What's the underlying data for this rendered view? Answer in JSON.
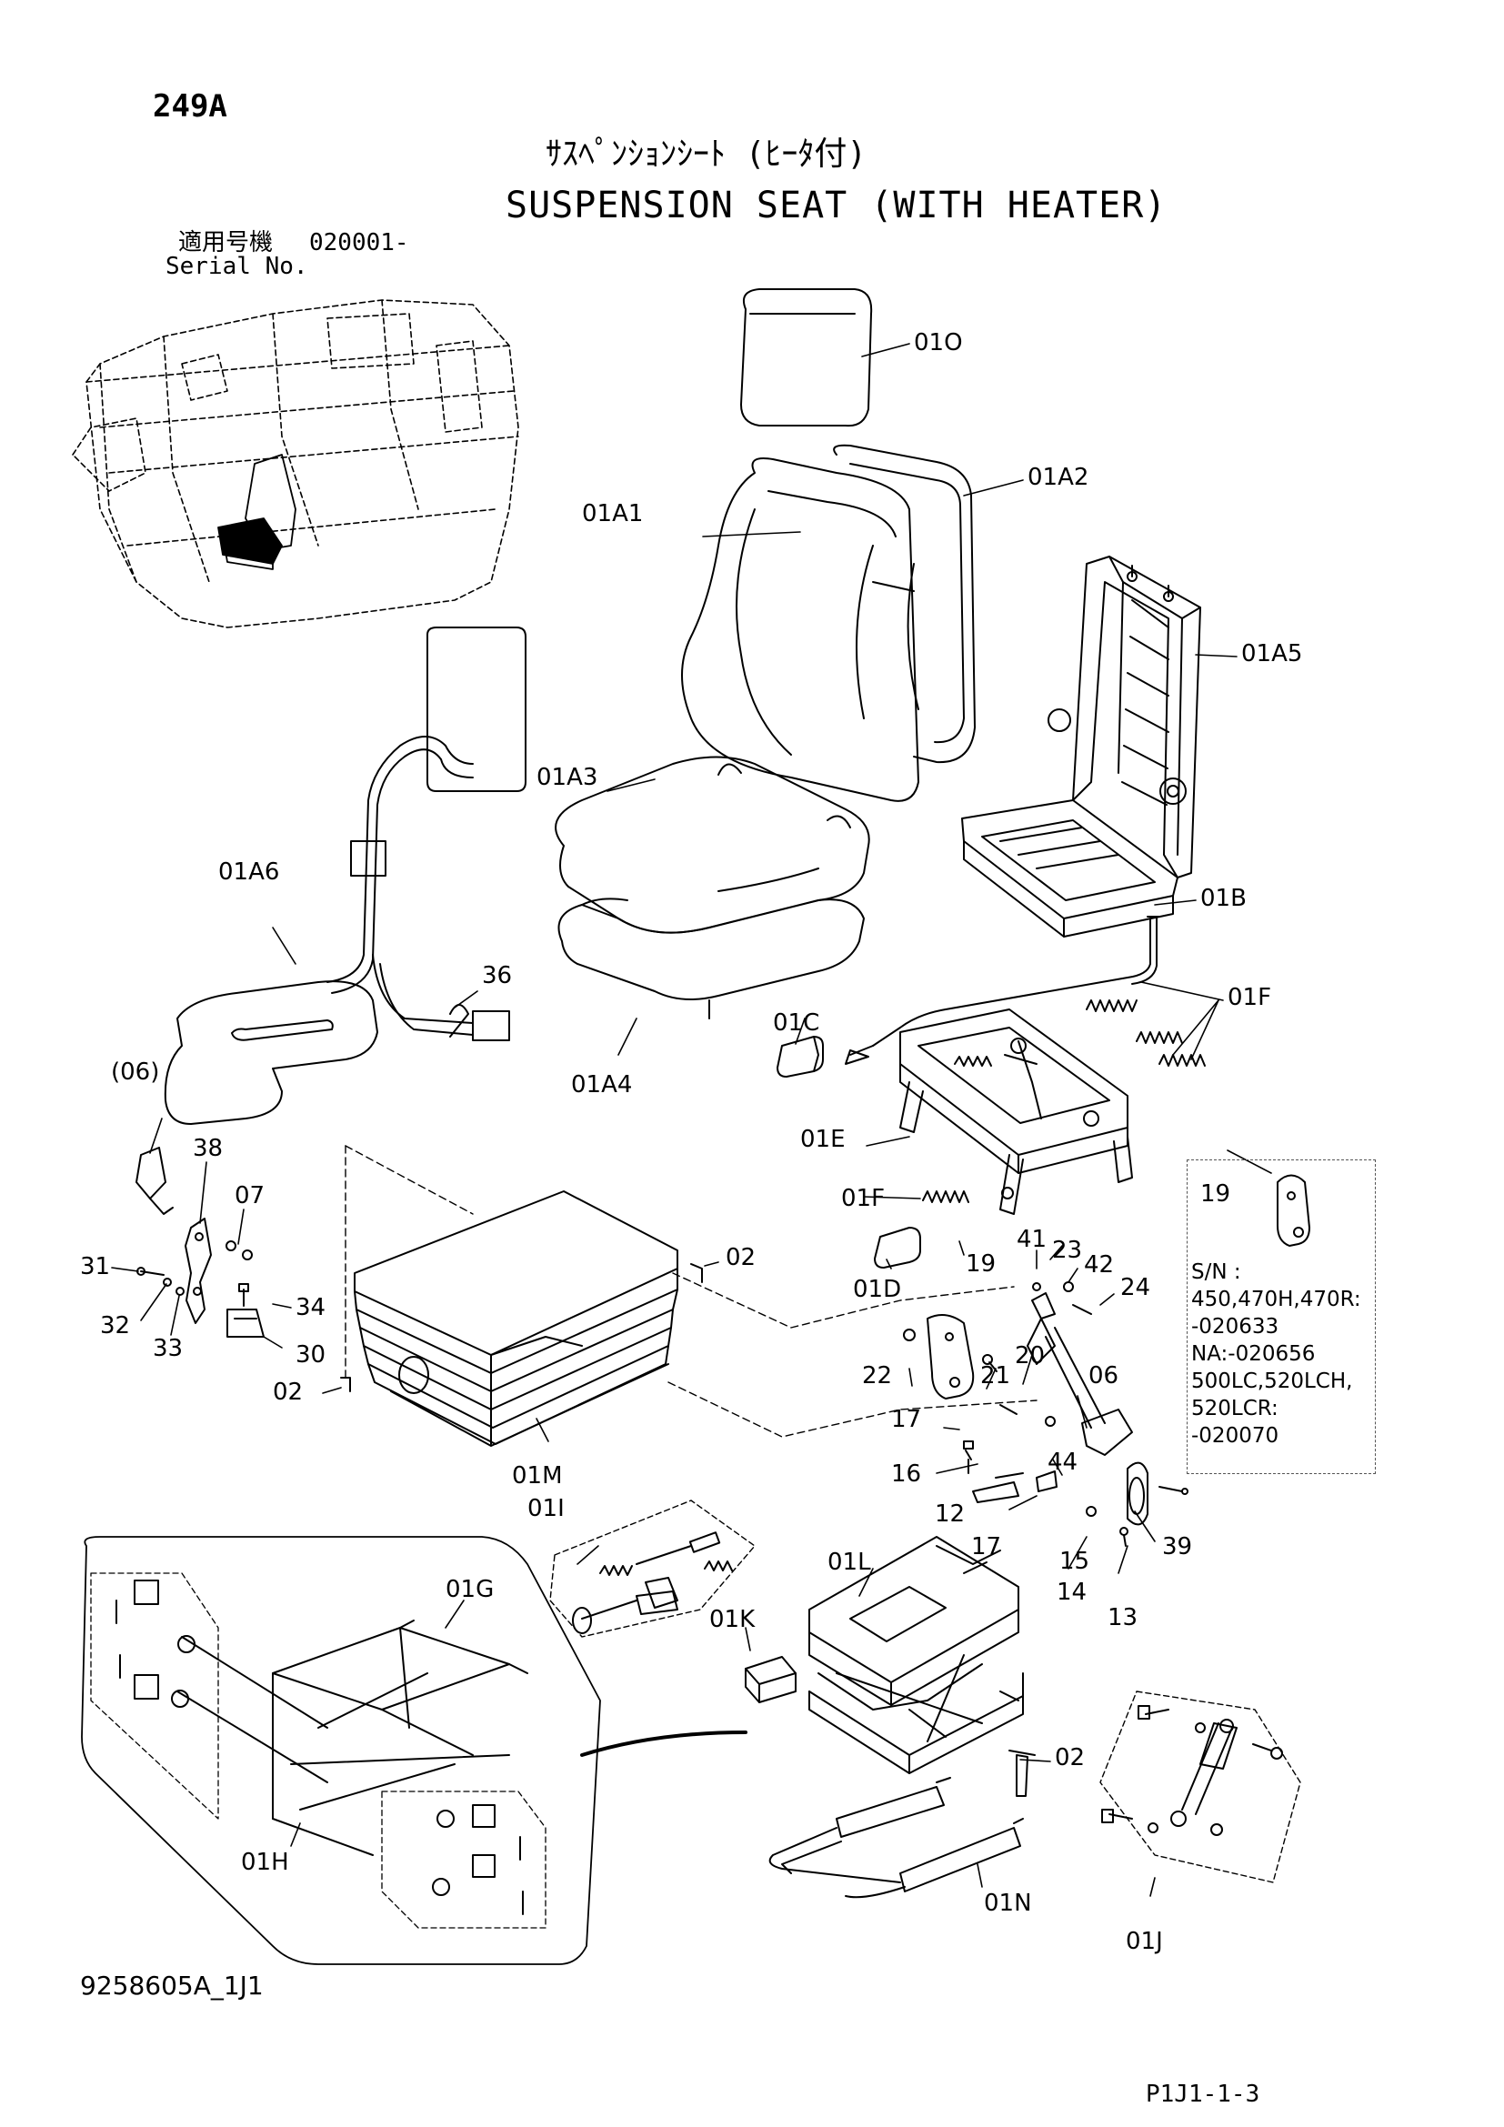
{
  "header": {
    "page_code": "249A",
    "title_jp": "ｻｽﾍﾟﾝｼｮﾝｼｰﾄ (ﾋｰﾀ付)",
    "title_en": "SUSPENSION SEAT (WITH HEATER)",
    "serial_label_jp": "適用号機",
    "serial_value": "020001-",
    "serial_label_en": "Serial No."
  },
  "labels": {
    "l01O": "01O",
    "l01A1": "01A1",
    "l01A2": "01A2",
    "l01A5": "01A5",
    "l01A3": "01A3",
    "l01A6": "01A6",
    "l36": "36",
    "l01A4": "01A4",
    "l01B": "01B",
    "l01F_a": "01F",
    "l01C": "01C",
    "l06p": "(06)",
    "l38": "38",
    "l07": "07",
    "l01E": "01E",
    "l01F_b": "01F",
    "l31": "31",
    "l02_a": "02",
    "l34": "34",
    "l32": "32",
    "l33": "33",
    "l30": "30",
    "l02_b": "02",
    "l01D": "01D",
    "l19": "19",
    "l41": "41",
    "l23": "23",
    "l42": "42",
    "l24": "24",
    "l22": "22",
    "l21": "21",
    "l20": "20",
    "l06": "06",
    "l01M": "01M",
    "l17_a": "17",
    "l16": "16",
    "l44": "44",
    "l01I": "01I",
    "l12": "12",
    "l01L": "01L",
    "l17_b": "17",
    "l15": "15",
    "l39": "39",
    "l14": "14",
    "l13": "13",
    "l01G": "01G",
    "l01K": "01K",
    "l02_c": "02",
    "l01H": "01H",
    "l01N": "01N",
    "l01J": "01J",
    "l19_box": "19"
  },
  "serial_note": {
    "lines": [
      "S/N :",
      "450,470H,470R:",
      "-020633",
      "NA:-020656",
      "500LC,520LCH,",
      "520LCR:",
      "-020070"
    ]
  },
  "footer": {
    "drawing_no": "9258605A_1J1",
    "page_ref": "P1J1-1-3"
  }
}
